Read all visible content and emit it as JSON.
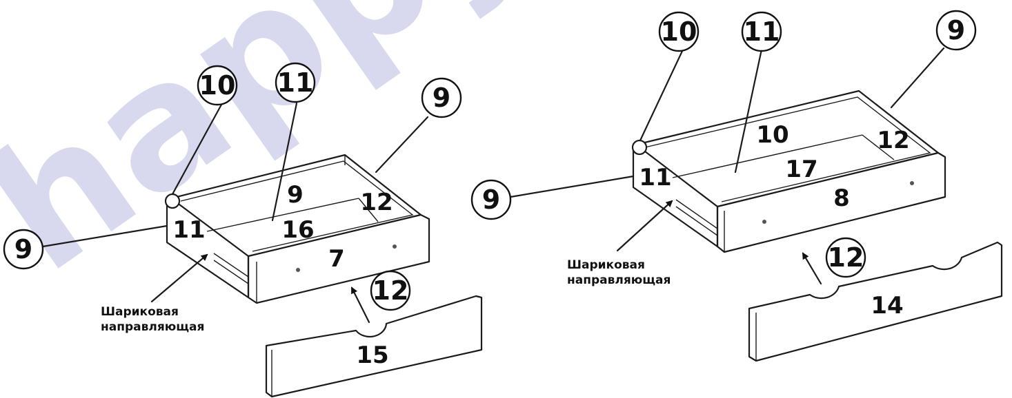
{
  "watermark": "happy",
  "note_lines": [
    "Шариковая",
    "направляющая"
  ],
  "left": {
    "callouts": {
      "c10": "10",
      "c11": "11",
      "c9_top": "9",
      "c9_side": "9",
      "c12": "12"
    },
    "parts": {
      "p9": "9",
      "p16": "16",
      "p12": "12",
      "p11": "11",
      "p7": "7",
      "p15": "15"
    }
  },
  "right": {
    "callouts": {
      "c10": "10",
      "c11": "11",
      "c9_top": "9",
      "c9_side": "9",
      "c12": "12"
    },
    "parts": {
      "p10": "10",
      "p17": "17",
      "p12": "12",
      "p11": "11",
      "p8": "8",
      "p14": "14"
    }
  },
  "colors": {
    "line": "#1a1a1a",
    "watermark": "#d8d8ee"
  }
}
